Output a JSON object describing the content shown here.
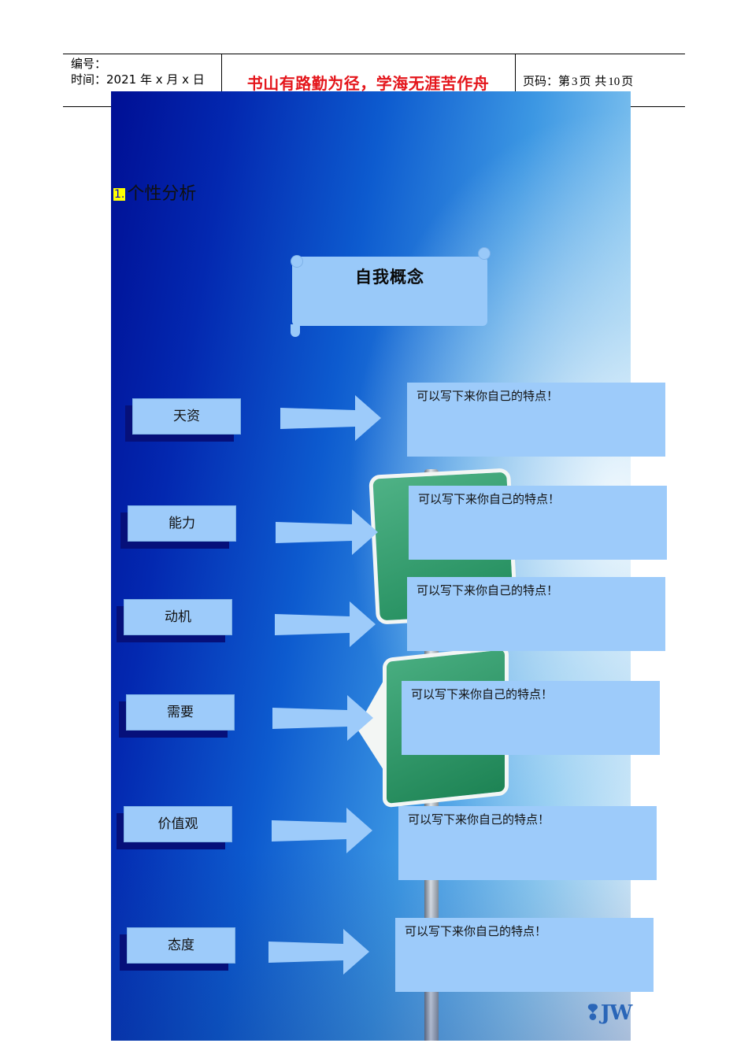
{
  "header": {
    "number_label": "编号：",
    "date_label": "时间：2021 年 x 月 x 日",
    "motto": "书山有路勤为径，学海无涯苦作舟",
    "page_prefix": "页码：第",
    "page_current": "3",
    "page_mid": "页  共",
    "page_total": "10",
    "page_suffix": "页"
  },
  "section": {
    "number": "1.",
    "title": "个性分析"
  },
  "banner": {
    "title": "自我概念"
  },
  "rows": [
    {
      "label": "天资",
      "answer": "可以写下来你自己的特点！"
    },
    {
      "label": "能力",
      "answer": "可以写下来你自己的特点！"
    },
    {
      "label": "动机",
      "answer": "可以写下来你自己的特点！"
    },
    {
      "label": "需要",
      "answer": "可以写下来你自己的特点！"
    },
    {
      "label": "价值观",
      "answer": "可以写下来你自己的特点！"
    },
    {
      "label": "态度",
      "answer": "可以写下来你自己的特点！"
    }
  ],
  "colors": {
    "motto": "#e4151b",
    "box_fill": "#9dcbfa",
    "box_shadow": "#06107a",
    "highlight": "#ffff00"
  }
}
